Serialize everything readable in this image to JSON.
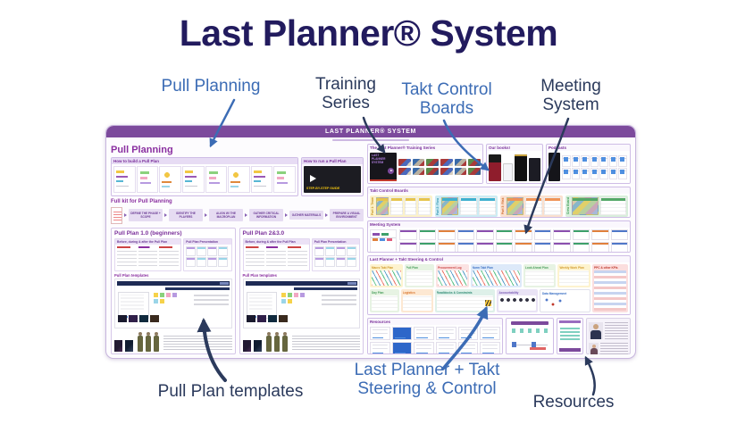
{
  "page": {
    "title": "Last Planner® System"
  },
  "colors": {
    "title_navy": "#221b5e",
    "label_blue": "#3c6cb5",
    "label_navy": "#2b3a5c",
    "board_purple": "#7c4a9c",
    "heading_purple": "#8a2fa0"
  },
  "annotations": {
    "pull_planning": "Pull Planning",
    "training_series": "Training Series",
    "takt_control": "Takt Control Boards",
    "meeting_system": "Meeting System",
    "pull_plan_templates": "Pull Plan templates",
    "steering": "Last Planner + Takt Steering & Control",
    "resources": "Resources"
  },
  "board": {
    "header_title": "LAST PLANNER® SYSTEM",
    "left": {
      "heading": "Pull Planning",
      "build_title": "How to build a Pull Plan",
      "run_title": "How to run a Pull Plan",
      "run_caption": "STEP-BY-STEP GUIDE",
      "full_kit_title": "Full kit for Pull Planning",
      "full_kit_steps": [
        "DEFINE THE PHASE + SCOPE",
        "IDENTIFY THE PLAYERS",
        "ALIGN W/ THE MACROPLAN",
        "GATHER CRITICAL INFORMATION",
        "GATHER MATERIALS",
        "PREPARE A VISUAL ENVIRONMENT"
      ],
      "plan1_title": "Pull Plan 1.0 (beginners)",
      "plan2_title": "Pull Plan 2&3.0",
      "before_title": "Before, during & after the Pull Plan",
      "presentation_title": "Pull Plan Presentation",
      "templates_title": "Pull Plan templates"
    },
    "right": {
      "training_title": "The Last Planner® Training Series",
      "training_video_text": "LAST PLANNER SYSTEM",
      "books_title": "Our books!",
      "podcasts_title": "Podcasts",
      "takt_title": "Takt Control Boards",
      "takt_groups": [
        {
          "label": "Part 1: Team"
        },
        {
          "label": "Part 2: Flow"
        },
        {
          "label": "Part 3: Risk"
        },
        {
          "label": "Crew Board"
        }
      ],
      "meeting_title": "Meeting System",
      "steering_title": "Last Planner + Takt Steering & Control",
      "steering_cards_row1": [
        "Macro Takt Plan",
        "Pull Plan",
        "Procurement Log",
        "Norm Takt Plan",
        "Look Ahead Plan",
        "Weekly Work Plan",
        "PPC & other KPIs"
      ],
      "steering_cards_row2": [
        "Day Plan",
        "Logistics",
        "Roadblocks & Constraints",
        "Accountability",
        "Data Management"
      ],
      "resources_title": "Resources"
    }
  }
}
